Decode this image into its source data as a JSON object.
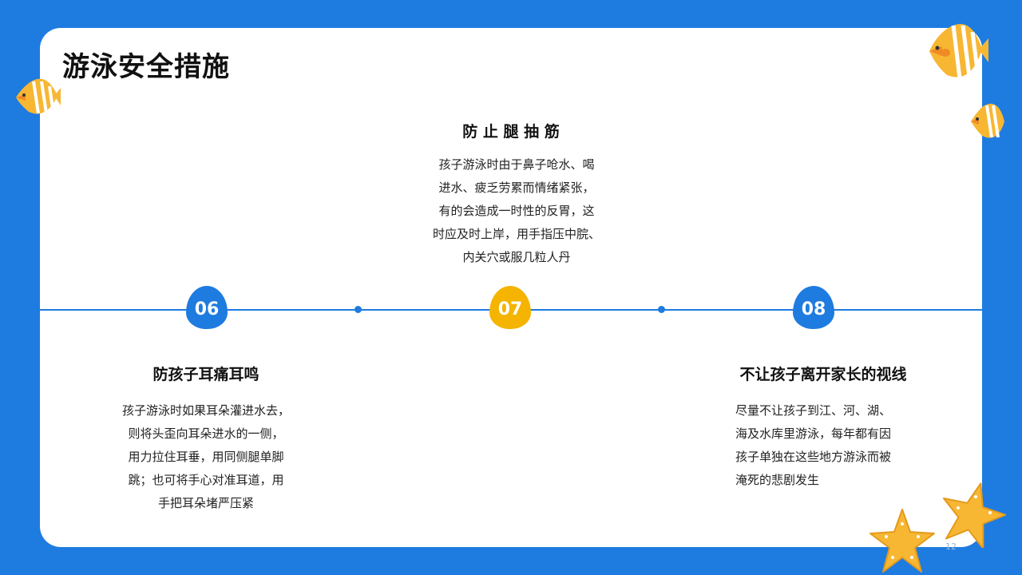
{
  "title": "游泳安全措施",
  "items": [
    {
      "number": "06",
      "heading": "防孩子耳痛耳鸣",
      "body": "孩子游泳时如果耳朵灌进水去，\n则将头歪向耳朵进水的一侧，\n用力拉住耳垂，用同侧腿单脚\n跳；也可将手心对准耳道，用\n手把耳朵堵严压紧"
    },
    {
      "number": "07",
      "heading": "防 止 腿 抽 筋",
      "body": "孩子游泳时由于鼻子呛水、喝\n进水、疲乏劳累而情绪紧张，\n有的会造成一时性的反胃，这\n时应及时上岸，用手指压中脘、\n内关穴或服几粒人丹"
    },
    {
      "number": "08",
      "heading": "不让孩子离开家长的视线",
      "body": "尽量不让孩子到江、河、湖、\n海及水库里游泳，每年都有因\n孩子单独在这些地方游泳而被\n淹死的悲剧发生"
    }
  ],
  "page_number": "12",
  "colors": {
    "background": "#1e7be0",
    "accent_blue": "#1e7be0",
    "accent_yellow": "#f4b400",
    "card": "#ffffff"
  },
  "decorations": [
    "angelfish-icon",
    "starfish-icon"
  ]
}
